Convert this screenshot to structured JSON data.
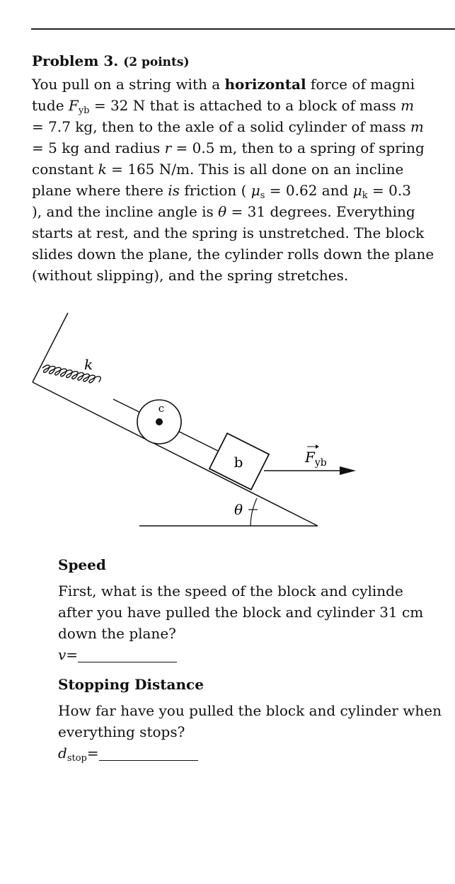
{
  "problem": {
    "title": "Problem 3.",
    "points": "(2 points)",
    "lines": [
      [
        "You pull on a string with a ",
        "horizontal",
        " force of magni"
      ],
      [
        "tude ",
        "F",
        "yb",
        " = 32 N that is attached to a block of mass ",
        "m",
        ""
      ],
      [
        "= 7.7 kg, then to the axle of a solid cylinder of mass ",
        "m"
      ],
      [
        "= 5 kg and radius ",
        "r",
        " = 0.5 m, then to a spring of spring"
      ],
      [
        "constant ",
        "k",
        " = 165 N/m. This is all done on an incline"
      ],
      [
        "plane where there ",
        "is",
        " friction ( ",
        "μ",
        "s",
        " = 0.62 and ",
        "μ",
        "k",
        " = 0.3"
      ],
      [
        "), and the incline angle is ",
        "θ",
        " = 31 degrees. Everything"
      ],
      [
        "starts at rest, and the spring is unstretched. The block"
      ],
      [
        "slides down the plane, the cylinder rolls down the plane"
      ],
      [
        "(without slipping), and the spring stretches."
      ]
    ]
  },
  "diagram": {
    "spring_label": "k",
    "cylinder_label": "c",
    "block_label": "b",
    "force_label": "F",
    "force_sub": "yb",
    "angle_label": "θ"
  },
  "speed": {
    "title": "Speed",
    "lines": [
      "First, what is the speed of the block and cylinde",
      "after you have pulled the block and cylinder 31 cm",
      "down the plane?"
    ],
    "answer_label": "v="
  },
  "stopping": {
    "title": "Stopping Distance",
    "lines": [
      "How far have you pulled the block and cylinder when",
      "everything stops?"
    ],
    "answer_label": "d",
    "answer_sub": "stop",
    "answer_eq": "="
  }
}
